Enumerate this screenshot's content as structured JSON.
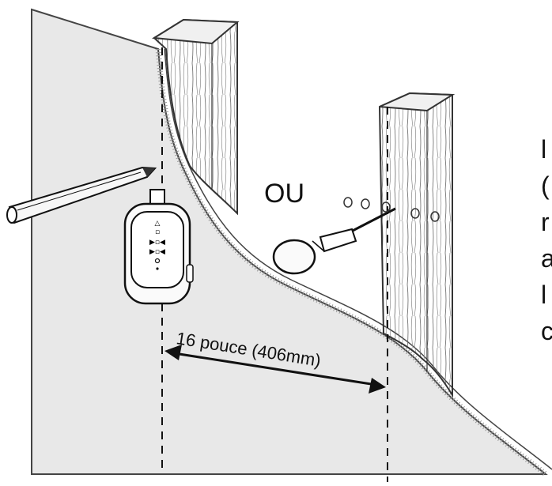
{
  "diagram": {
    "or_label": "OU",
    "dimension_label": "16 pouce (406mm)",
    "cropped_text_letters": [
      "l",
      "(",
      "r",
      "a",
      "l",
      "c"
    ],
    "colors": {
      "ink": "#111111",
      "wall": "#e6e6e6",
      "wall_edge": "#444444",
      "wood": "#f4f4f4",
      "device": "#fafafa"
    }
  }
}
